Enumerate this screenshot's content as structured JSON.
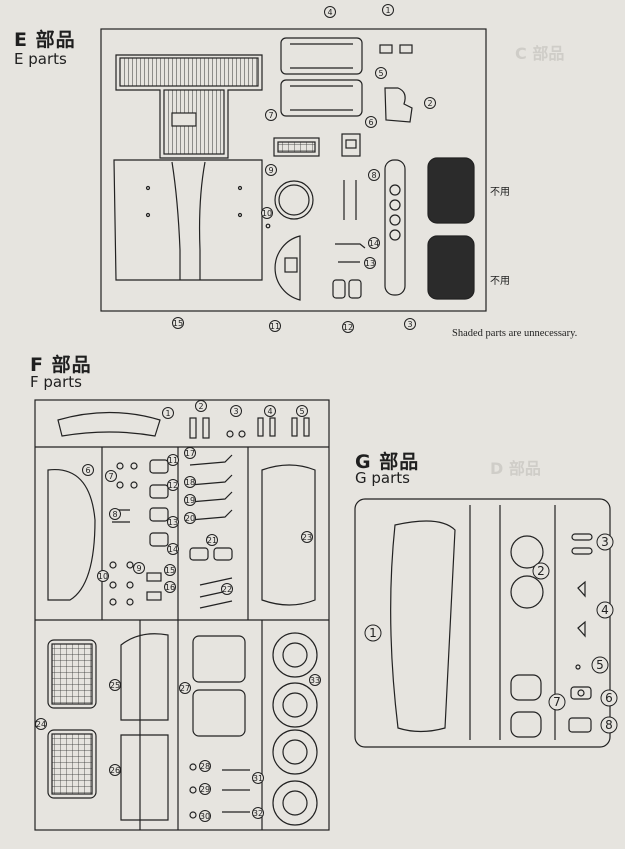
{
  "e_section": {
    "title": "E 部品",
    "subtitle": "E parts",
    "callouts": [
      "1",
      "2",
      "3",
      "4",
      "5",
      "6",
      "7",
      "8",
      "9",
      "10",
      "11",
      "12",
      "13",
      "14",
      "15"
    ],
    "unused_label_1": "不用",
    "unused_label_2": "不用",
    "note": "Shaded parts are unnecessary."
  },
  "f_section": {
    "title": "F 部品",
    "subtitle": "F parts",
    "callouts": [
      "1",
      "2",
      "3",
      "4",
      "5",
      "6",
      "7",
      "8",
      "9",
      "10",
      "11",
      "12",
      "13",
      "14",
      "15",
      "16",
      "17",
      "18",
      "19",
      "20",
      "21",
      "22",
      "23",
      "24",
      "25",
      "26",
      "27",
      "28",
      "29",
      "30",
      "31",
      "32",
      "33"
    ]
  },
  "g_section": {
    "title": "G 部品",
    "subtitle": "G parts",
    "callouts": [
      "1",
      "2",
      "3",
      "4",
      "5",
      "6",
      "7",
      "8"
    ]
  },
  "background": {
    "c_section_ghost": "C 部品",
    "d_section_ghost": "D 部品"
  }
}
